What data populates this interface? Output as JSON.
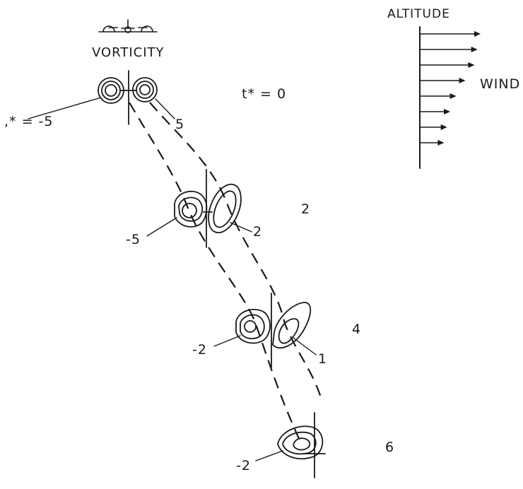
{
  "header": {
    "vorticity_label": "VORTICITY",
    "altitude_label": "ALTITUDE",
    "wind_label": "WIND",
    "aircraft_icon": "aircraft-icon"
  },
  "time_steps": [
    {
      "time_label": "t* = 0",
      "left_label": ",* = -5",
      "right_label": "5"
    },
    {
      "time_label": "2",
      "left_label": "-5",
      "right_label": "2"
    },
    {
      "time_label": "4",
      "left_label": "-2",
      "right_label": "1"
    },
    {
      "time_label": "6",
      "left_label": "-2",
      "right_label": ""
    }
  ],
  "wind_profile": {
    "arrow_count": 8,
    "relative_magnitudes": [
      1.0,
      0.95,
      0.9,
      0.75,
      0.6,
      0.5,
      0.45,
      0.4
    ]
  }
}
